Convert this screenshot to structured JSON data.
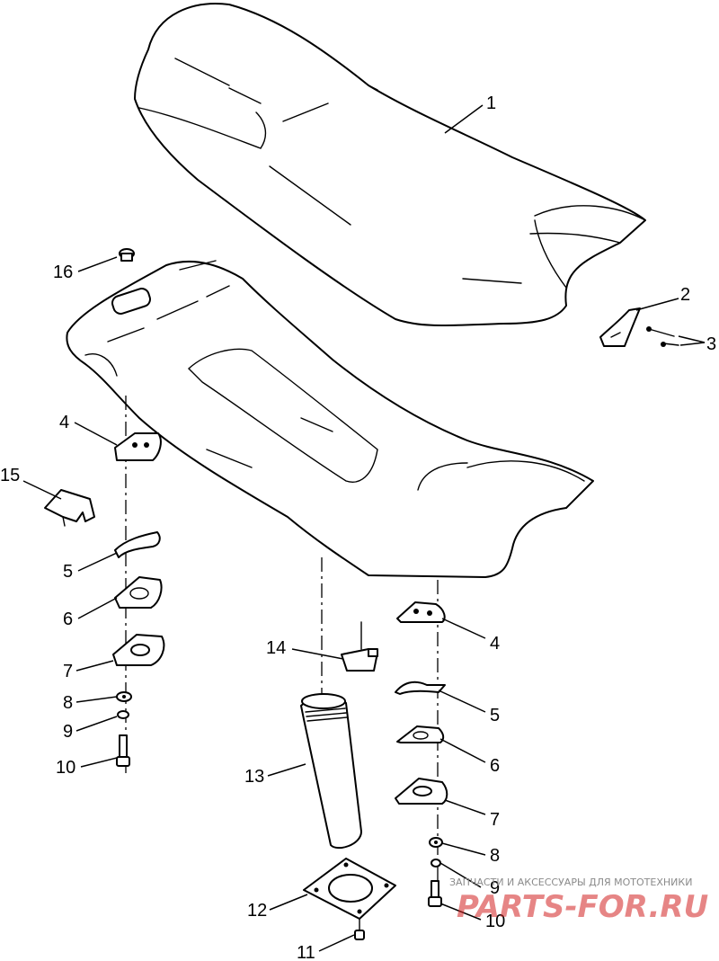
{
  "diagram": {
    "callouts": [
      {
        "id": "c1",
        "label": "1"
      },
      {
        "id": "c2",
        "label": "2"
      },
      {
        "id": "c3",
        "label": "3"
      },
      {
        "id": "c4a",
        "label": "4"
      },
      {
        "id": "c4b",
        "label": "4"
      },
      {
        "id": "c5a",
        "label": "5"
      },
      {
        "id": "c5b",
        "label": "5"
      },
      {
        "id": "c6a",
        "label": "6"
      },
      {
        "id": "c6b",
        "label": "6"
      },
      {
        "id": "c7a",
        "label": "7"
      },
      {
        "id": "c7b",
        "label": "7"
      },
      {
        "id": "c8a",
        "label": "8"
      },
      {
        "id": "c8b",
        "label": "8"
      },
      {
        "id": "c9a",
        "label": "9"
      },
      {
        "id": "c9b",
        "label": "9"
      },
      {
        "id": "c10a",
        "label": "10"
      },
      {
        "id": "c10b",
        "label": "10"
      },
      {
        "id": "c11",
        "label": "11"
      },
      {
        "id": "c12",
        "label": "12"
      },
      {
        "id": "c13",
        "label": "13"
      },
      {
        "id": "c14",
        "label": "14"
      },
      {
        "id": "c15",
        "label": "15"
      },
      {
        "id": "c16",
        "label": "16"
      }
    ]
  },
  "watermark": {
    "text": "ЗАПЧАСТИ И АКСЕССУАРЫ ДЛЯ МОТОТЕХНИКИ",
    "logo": "PARTS-FOR.RU",
    "logo_color": "#d22323"
  }
}
